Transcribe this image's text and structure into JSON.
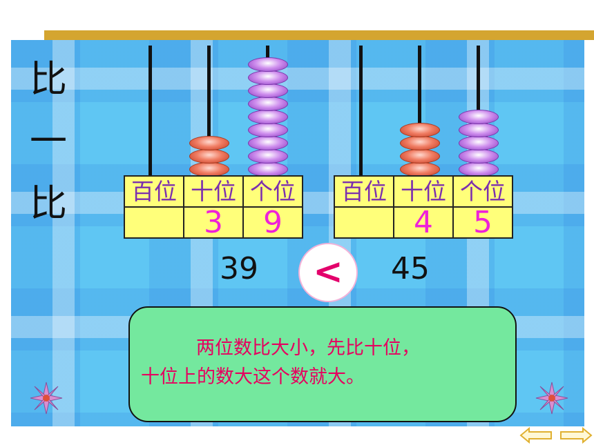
{
  "side_title": [
    "比",
    "一",
    "比"
  ],
  "abacus_left": {
    "headers": [
      "百位",
      "十位",
      "个位"
    ],
    "digits": [
      "",
      "3",
      "9"
    ],
    "beads": {
      "hundreds": 0,
      "tens": 3,
      "ones": 9
    }
  },
  "abacus_right": {
    "headers": [
      "百位",
      "十位",
      "个位"
    ],
    "digits": [
      "",
      "4",
      "5"
    ],
    "beads": {
      "hundreds": 0,
      "tens": 4,
      "ones": 5
    }
  },
  "comparison": {
    "left": "39",
    "symbol": "<",
    "right": "45"
  },
  "rule": {
    "line1": "两位数比大小，先比十位，",
    "line2": "十位上的数大这个数就大。"
  },
  "colors": {
    "tens_bead": "#e8654a",
    "ones_bead": "#b766e6",
    "digit_text": "#ee22d8",
    "header_text": "#7b2fae",
    "table_bg": "#ffff7a",
    "note_bg": "#74e89e",
    "note_text": "#e6005f",
    "top_bar": "#d4a530"
  },
  "nav": {
    "prev_icon": "left-arrow-icon",
    "next_icon": "right-arrow-icon"
  }
}
